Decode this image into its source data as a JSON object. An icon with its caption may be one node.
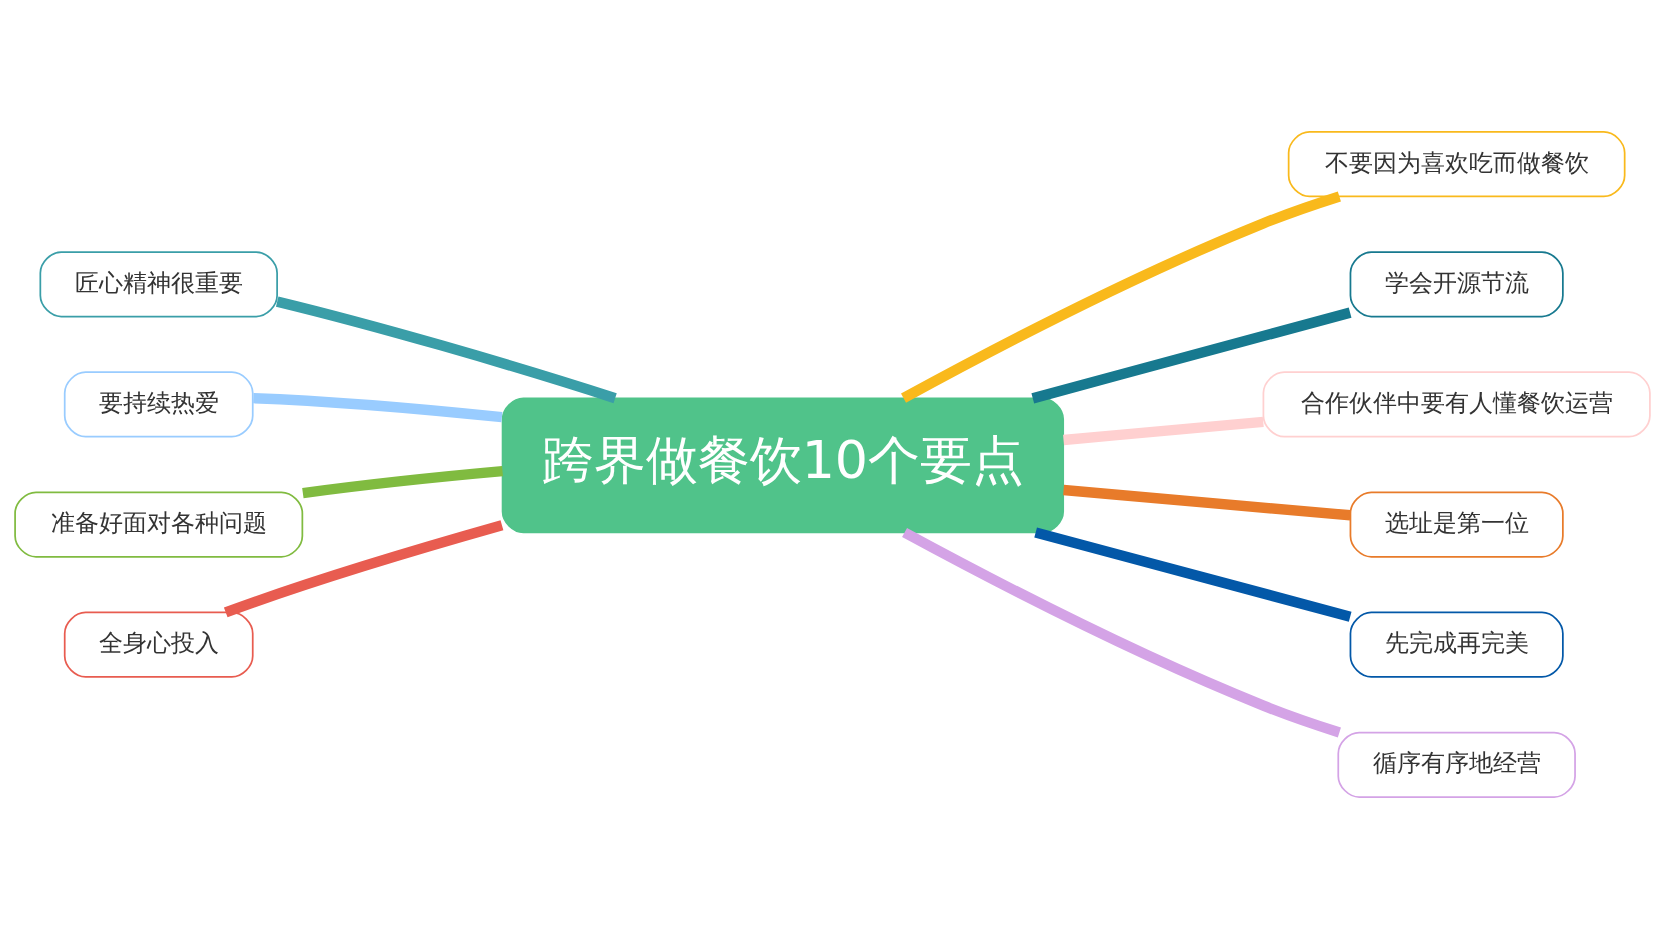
{
  "diagram": {
    "nodes": [
      {
        "text": [
          "跨界做餐饮10个要点"
        ]
      },
      {
        "text": [
          "匠心精神很重要"
        ]
      },
      {
        "text": [
          "要持续热爱"
        ]
      },
      {
        "text": [
          "准备好面对各种问题"
        ]
      },
      {
        "text": [
          "全身心投入"
        ]
      },
      {
        "text": [
          "不要因为喜欢吃而做餐饮"
        ]
      },
      {
        "text": [
          "学会开源节流"
        ]
      },
      {
        "text": [
          "合作伙伴中要有人懂餐饮运营"
        ]
      },
      {
        "text": [
          "选址是第一位"
        ]
      },
      {
        "text": [
          "先完成再完美"
        ]
      },
      {
        "text": [
          "循序有序地经营"
        ]
      }
    ],
    "edges": [
      {
        "from": 0,
        "to": 1,
        "arrow": "none",
        "color": "#3a9ea8"
      },
      {
        "from": 0,
        "to": 2,
        "arrow": "none",
        "color": "#99ccff"
      },
      {
        "from": 0,
        "to": 3,
        "arrow": "none",
        "color": "#80bb40"
      },
      {
        "from": 0,
        "to": 4,
        "arrow": "none",
        "color": "#e85c50"
      },
      {
        "from": 0,
        "to": 5,
        "arrow": "none",
        "color": "#f9b91c"
      },
      {
        "from": 0,
        "to": 6,
        "arrow": "none",
        "color": "#17798f"
      },
      {
        "from": 0,
        "to": 7,
        "arrow": "none",
        "color": "#ffd0d0"
      },
      {
        "from": 0,
        "to": 8,
        "arrow": "none",
        "color": "#e87b2a"
      },
      {
        "from": 0,
        "to": 9,
        "arrow": "none",
        "color": "#0358a8"
      },
      {
        "from": 0,
        "to": 10,
        "arrow": "none",
        "color": "#d4a3e6"
      }
    ]
  }
}
